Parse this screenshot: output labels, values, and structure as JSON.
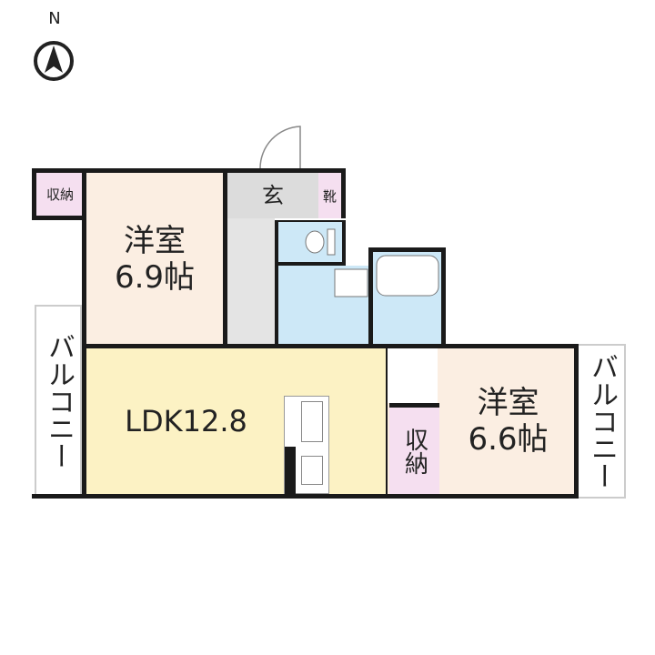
{
  "compass": {
    "label": "N",
    "icon": "north-arrow-icon"
  },
  "rooms": {
    "western1": {
      "name": "洋室",
      "size": "6.9帖",
      "color": "#fbeee2"
    },
    "western2": {
      "name": "洋室",
      "size": "6.6帖",
      "color": "#fbeee2"
    },
    "ldk": {
      "label": "LDK12.8",
      "color": "#fcf2c4"
    },
    "genkan": {
      "label": "玄",
      "color": "#dcdcdc"
    },
    "shoe": {
      "label": "靴",
      "color": "#f5dff0"
    },
    "storage1": {
      "label": "収納",
      "color": "#f5dff0"
    },
    "storage2": {
      "label": "収納",
      "color": "#f5dff0"
    },
    "wet_color": "#cde8f7",
    "hall_color": "#e4e4e4"
  },
  "balconies": {
    "left": "バルコニー",
    "right": "バルコニー"
  }
}
